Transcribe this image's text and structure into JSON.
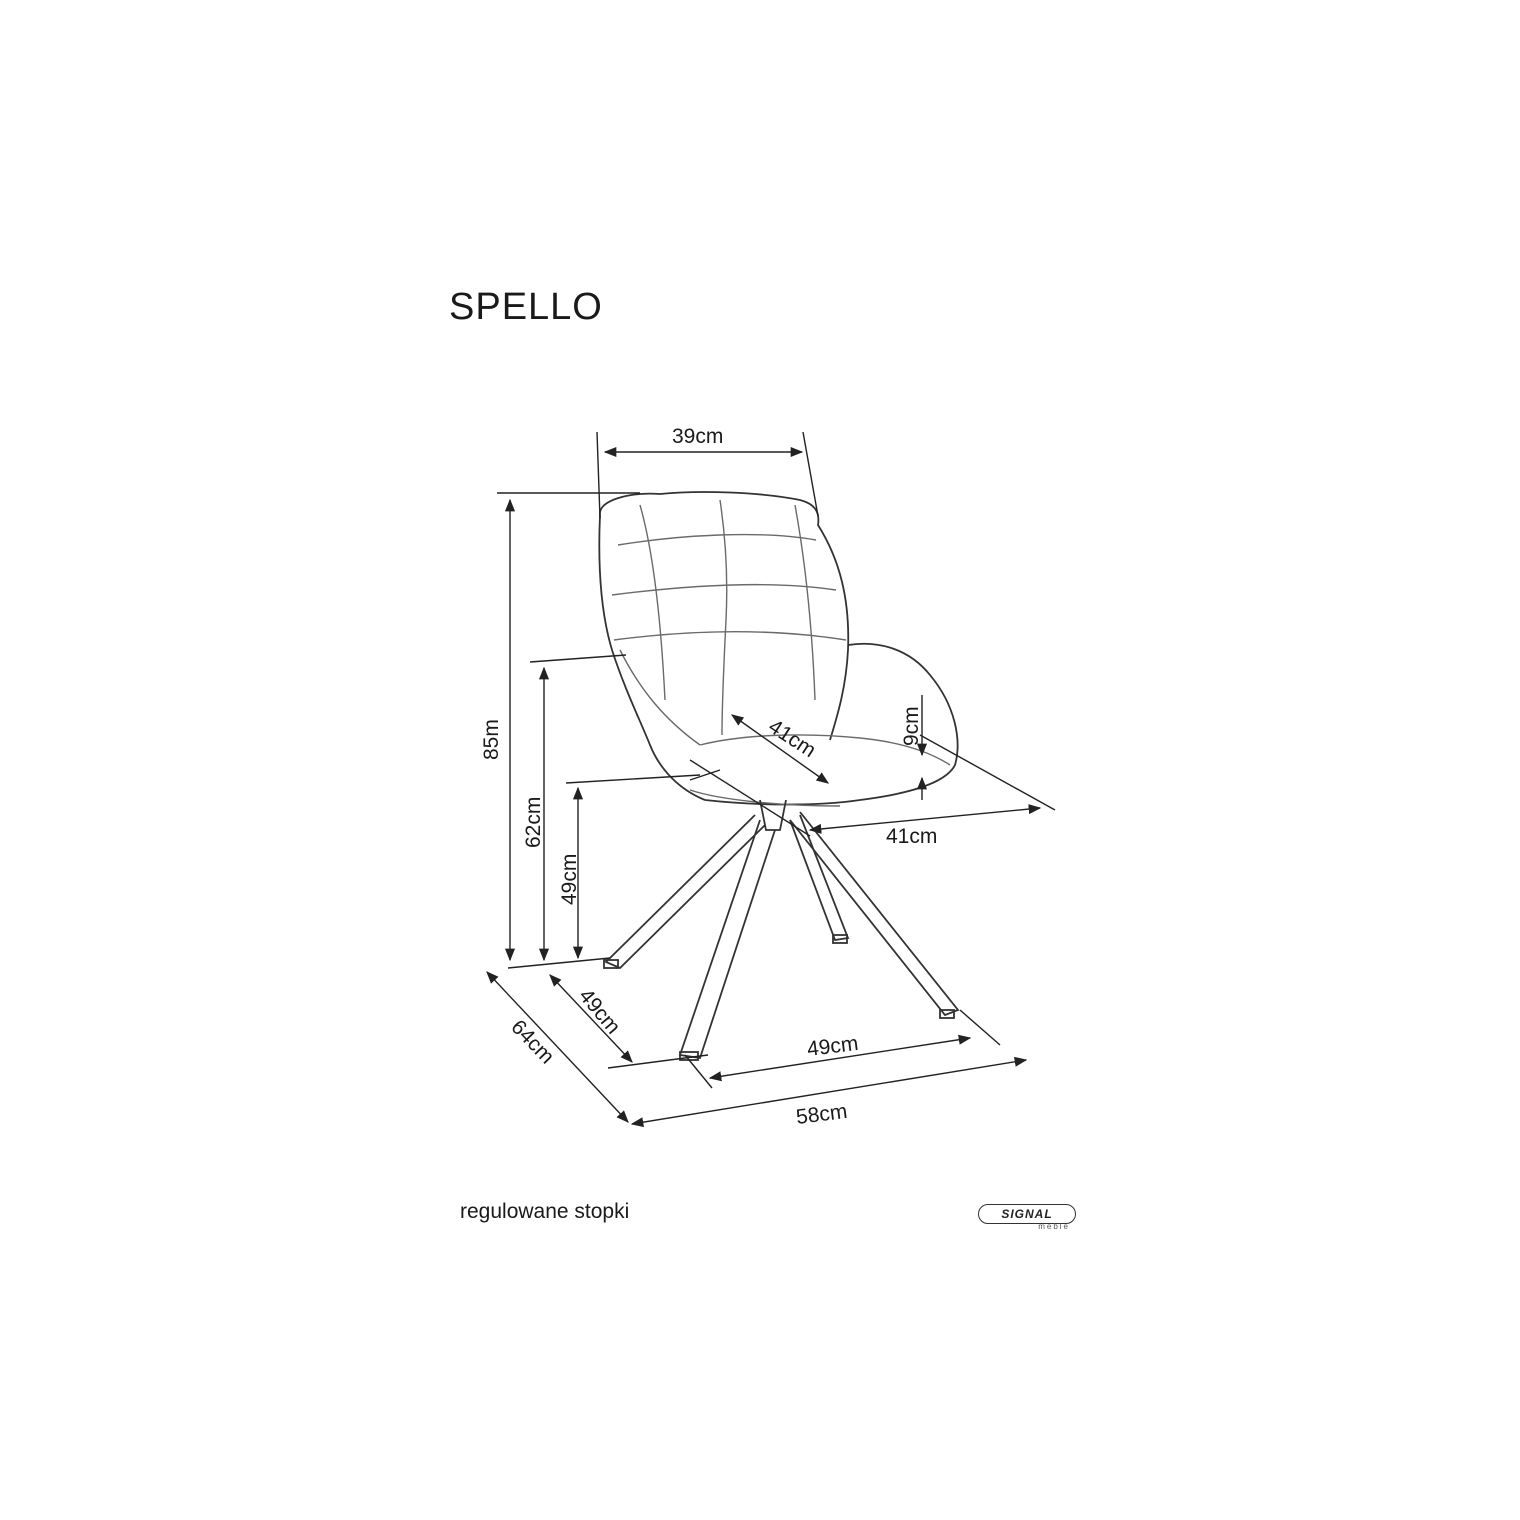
{
  "title": "SPELLO",
  "footnote": "regulowane stopki",
  "logo": {
    "text": "SIGNAL",
    "sub": "meble"
  },
  "dimensions": {
    "backrest_width": "39cm",
    "total_height": "85m",
    "armrest_height": "62cm",
    "seat_height": "49cm",
    "seat_depth": "41cm",
    "seat_width": "41cm",
    "cushion_thickness": "9cm",
    "base_depth": "49cm",
    "base_width": "49cm",
    "total_depth": "64cm",
    "total_width": "58cm"
  }
}
